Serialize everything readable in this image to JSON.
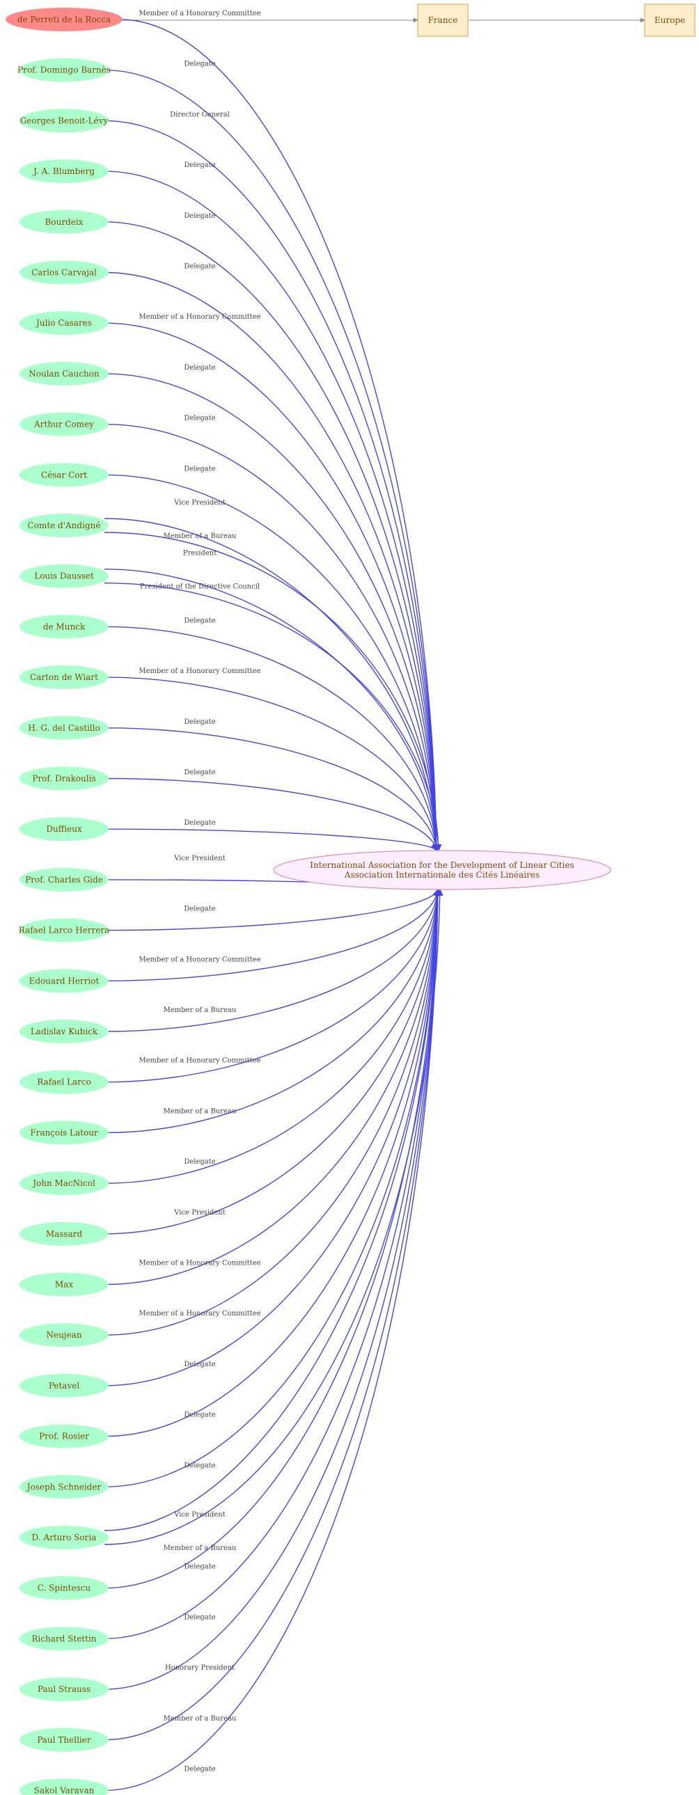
{
  "colors": {
    "edge": "#4545e6",
    "geo_edge": "#888888",
    "person_fill": "#aaffcc",
    "featured_fill": "#ff8888",
    "org_fill": "#ffeeff",
    "org_stroke": "#e6749a",
    "place_fill": "#ffeecc",
    "place_stroke": "#d8a040",
    "node_text": "#7a4a00",
    "edge_text": "#444444"
  },
  "organization": {
    "line1": "International Association for the Development of Linear Cities",
    "line2": "Association Internationale des Cités Linéaires"
  },
  "places": [
    "France",
    "Europe"
  ],
  "people": [
    {
      "name": "de Perreti de la Rocca",
      "roles": [
        "Member of a Honorary Committee"
      ],
      "featured": true
    },
    {
      "name": "Prof. Domingo Barnès",
      "roles": [
        "Delegate"
      ]
    },
    {
      "name": "Georges Benoit-Lévy",
      "roles": [
        "Director General"
      ]
    },
    {
      "name": "J. A. Blumberg",
      "roles": [
        "Delegate"
      ]
    },
    {
      "name": "Bourdeix",
      "roles": [
        "Delegate"
      ]
    },
    {
      "name": "Carlos Carvajal",
      "roles": [
        "Delegate"
      ]
    },
    {
      "name": "Julio Casares",
      "roles": [
        "Member of a Honorary Committee"
      ]
    },
    {
      "name": "Noulan Cauchon",
      "roles": [
        "Delegate"
      ]
    },
    {
      "name": "Arthur Comey",
      "roles": [
        "Delegate"
      ]
    },
    {
      "name": "César Cort",
      "roles": [
        "Delegate"
      ]
    },
    {
      "name": "Comte d'Andigné",
      "roles": [
        "Vice President",
        "Member of a Bureau"
      ]
    },
    {
      "name": "Louis Dausset",
      "roles": [
        "President",
        "President of the Directive Council"
      ]
    },
    {
      "name": "de Munck",
      "roles": [
        "Delegate"
      ]
    },
    {
      "name": "Carton  de Wiart",
      "roles": [
        "Member of a Honorary Committee"
      ]
    },
    {
      "name": "H. G.  del Castillo",
      "roles": [
        "Delegate"
      ]
    },
    {
      "name": "Prof. Drakoulis",
      "roles": [
        "Delegate"
      ]
    },
    {
      "name": "Duffieux",
      "roles": [
        "Delegate"
      ]
    },
    {
      "name": "Prof. Charles Gide",
      "roles": [
        "Vice President"
      ]
    },
    {
      "name": "Rafael Larco Herrera",
      "roles": [
        "Delegate"
      ]
    },
    {
      "name": "Edouard Herriot",
      "roles": [
        "Member of a Honorary Committee"
      ]
    },
    {
      "name": "Ladislav Kubick",
      "roles": [
        "Member of a Bureau"
      ]
    },
    {
      "name": "Rafael Larco",
      "roles": [
        "Member of a Honorary Committee"
      ]
    },
    {
      "name": "François Latour",
      "roles": [
        "Member of a Bureau"
      ]
    },
    {
      "name": "John MacNicol",
      "roles": [
        "Delegate"
      ]
    },
    {
      "name": "Massard",
      "roles": [
        "Vice President"
      ]
    },
    {
      "name": "Max",
      "roles": [
        "Member of a Honorary Committee"
      ]
    },
    {
      "name": "Neujean",
      "roles": [
        "Member of a Honorary Committee"
      ]
    },
    {
      "name": "Petavel",
      "roles": [
        "Delegate"
      ]
    },
    {
      "name": "Prof. Rosier",
      "roles": [
        "Delegate"
      ]
    },
    {
      "name": "Joseph Schneider",
      "roles": [
        "Delegate"
      ]
    },
    {
      "name": "D. Arturo Soria",
      "roles": [
        "Vice President",
        "Member of a Bureau"
      ]
    },
    {
      "name": "C. Spintescu",
      "roles": [
        "Delegate"
      ]
    },
    {
      "name": "Richard Stettin",
      "roles": [
        "Delegate"
      ]
    },
    {
      "name": "Paul Strauss",
      "roles": [
        "Honorary President"
      ]
    },
    {
      "name": "Paul Thellier",
      "roles": [
        "Member of a Bureau"
      ]
    },
    {
      "name": "Sakol Varavan",
      "roles": [
        "Delegate"
      ]
    }
  ]
}
